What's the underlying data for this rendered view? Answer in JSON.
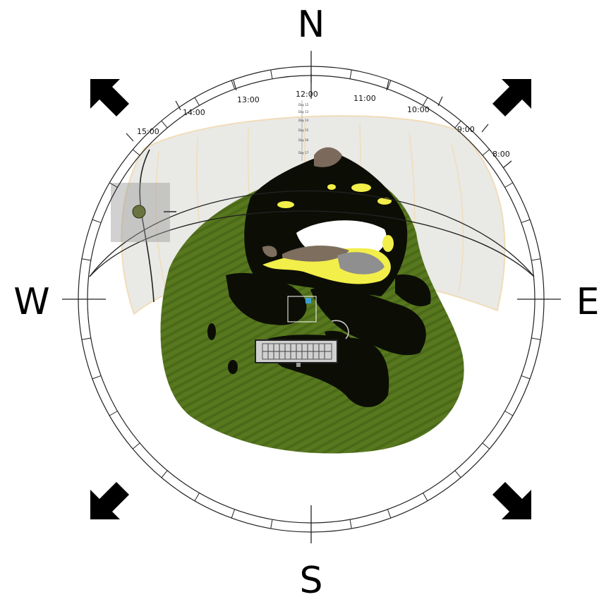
{
  "compass": {
    "north": "N",
    "south": "S",
    "east": "E",
    "west": "W"
  },
  "sun_path": {
    "hours": [
      "8:00",
      "9:00",
      "10:00",
      "11:00",
      "12:00",
      "13:00",
      "14:00",
      "15:00"
    ]
  },
  "colors": {
    "grass": "#5a7a22",
    "grass_dark": "#3f5a14",
    "tree_shadow": "#0c0e06",
    "highlight": "#f2ee4a",
    "sky_dome": "#e9e9e6",
    "sky_edge": "#f1ddb8",
    "sun": "#6a7440"
  },
  "icons": [
    "arrow-nw-icon",
    "arrow-ne-icon",
    "arrow-sw-icon",
    "arrow-se-icon"
  ]
}
